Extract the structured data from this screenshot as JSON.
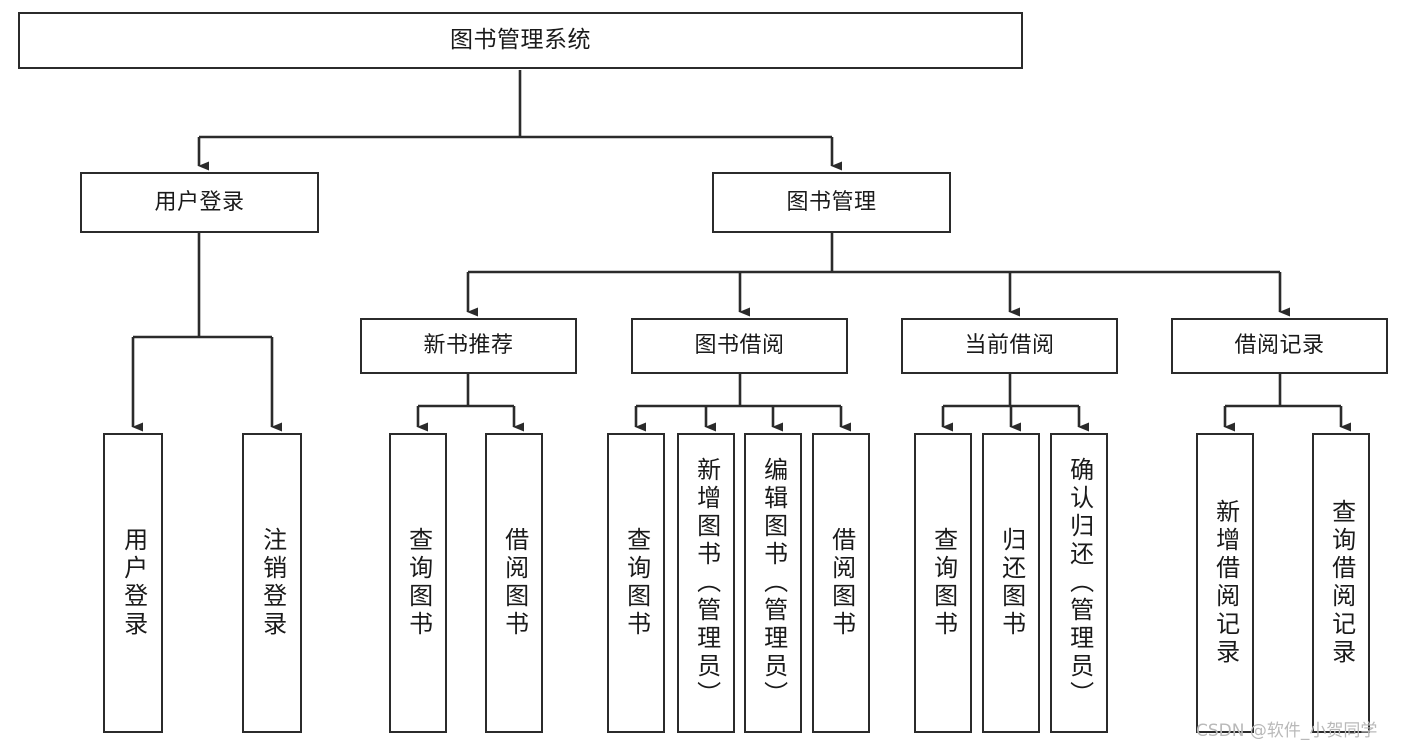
{
  "diagram": {
    "title": "图书管理系统",
    "style": {
      "line_color": "#2b2b2b",
      "box_fill": "#ffffff",
      "text_color": "#1a1a1a",
      "background": "#ffffff",
      "watermark_color": "#b9b9b9"
    },
    "root": {
      "label": "图书管理系统"
    },
    "level2": [
      {
        "label": "用户登录"
      },
      {
        "label": "图书管理"
      }
    ],
    "level3": [
      {
        "label": "新书推荐"
      },
      {
        "label": "图书借阅"
      },
      {
        "label": "当前借阅"
      },
      {
        "label": "借阅记录"
      }
    ],
    "leaves": {
      "user_login": [
        {
          "label": "用户登录"
        },
        {
          "label": "注销登录"
        }
      ],
      "new_book_recommend": [
        {
          "label": "查询图书"
        },
        {
          "label": "借阅图书"
        }
      ],
      "book_borrow": [
        {
          "label": "查询图书"
        },
        {
          "label": "新增图书（管理员）"
        },
        {
          "label": "编辑图书（管理员）"
        },
        {
          "label": "借阅图书"
        }
      ],
      "current_borrow": [
        {
          "label": "查询图书"
        },
        {
          "label": "归还图书"
        },
        {
          "label": "确认归还（管理员）"
        }
      ],
      "borrow_record": [
        {
          "label": "新增借阅记录"
        },
        {
          "label": "查询借阅记录"
        }
      ]
    }
  },
  "watermark": {
    "text": "CSDN @软件_小贺同学"
  }
}
